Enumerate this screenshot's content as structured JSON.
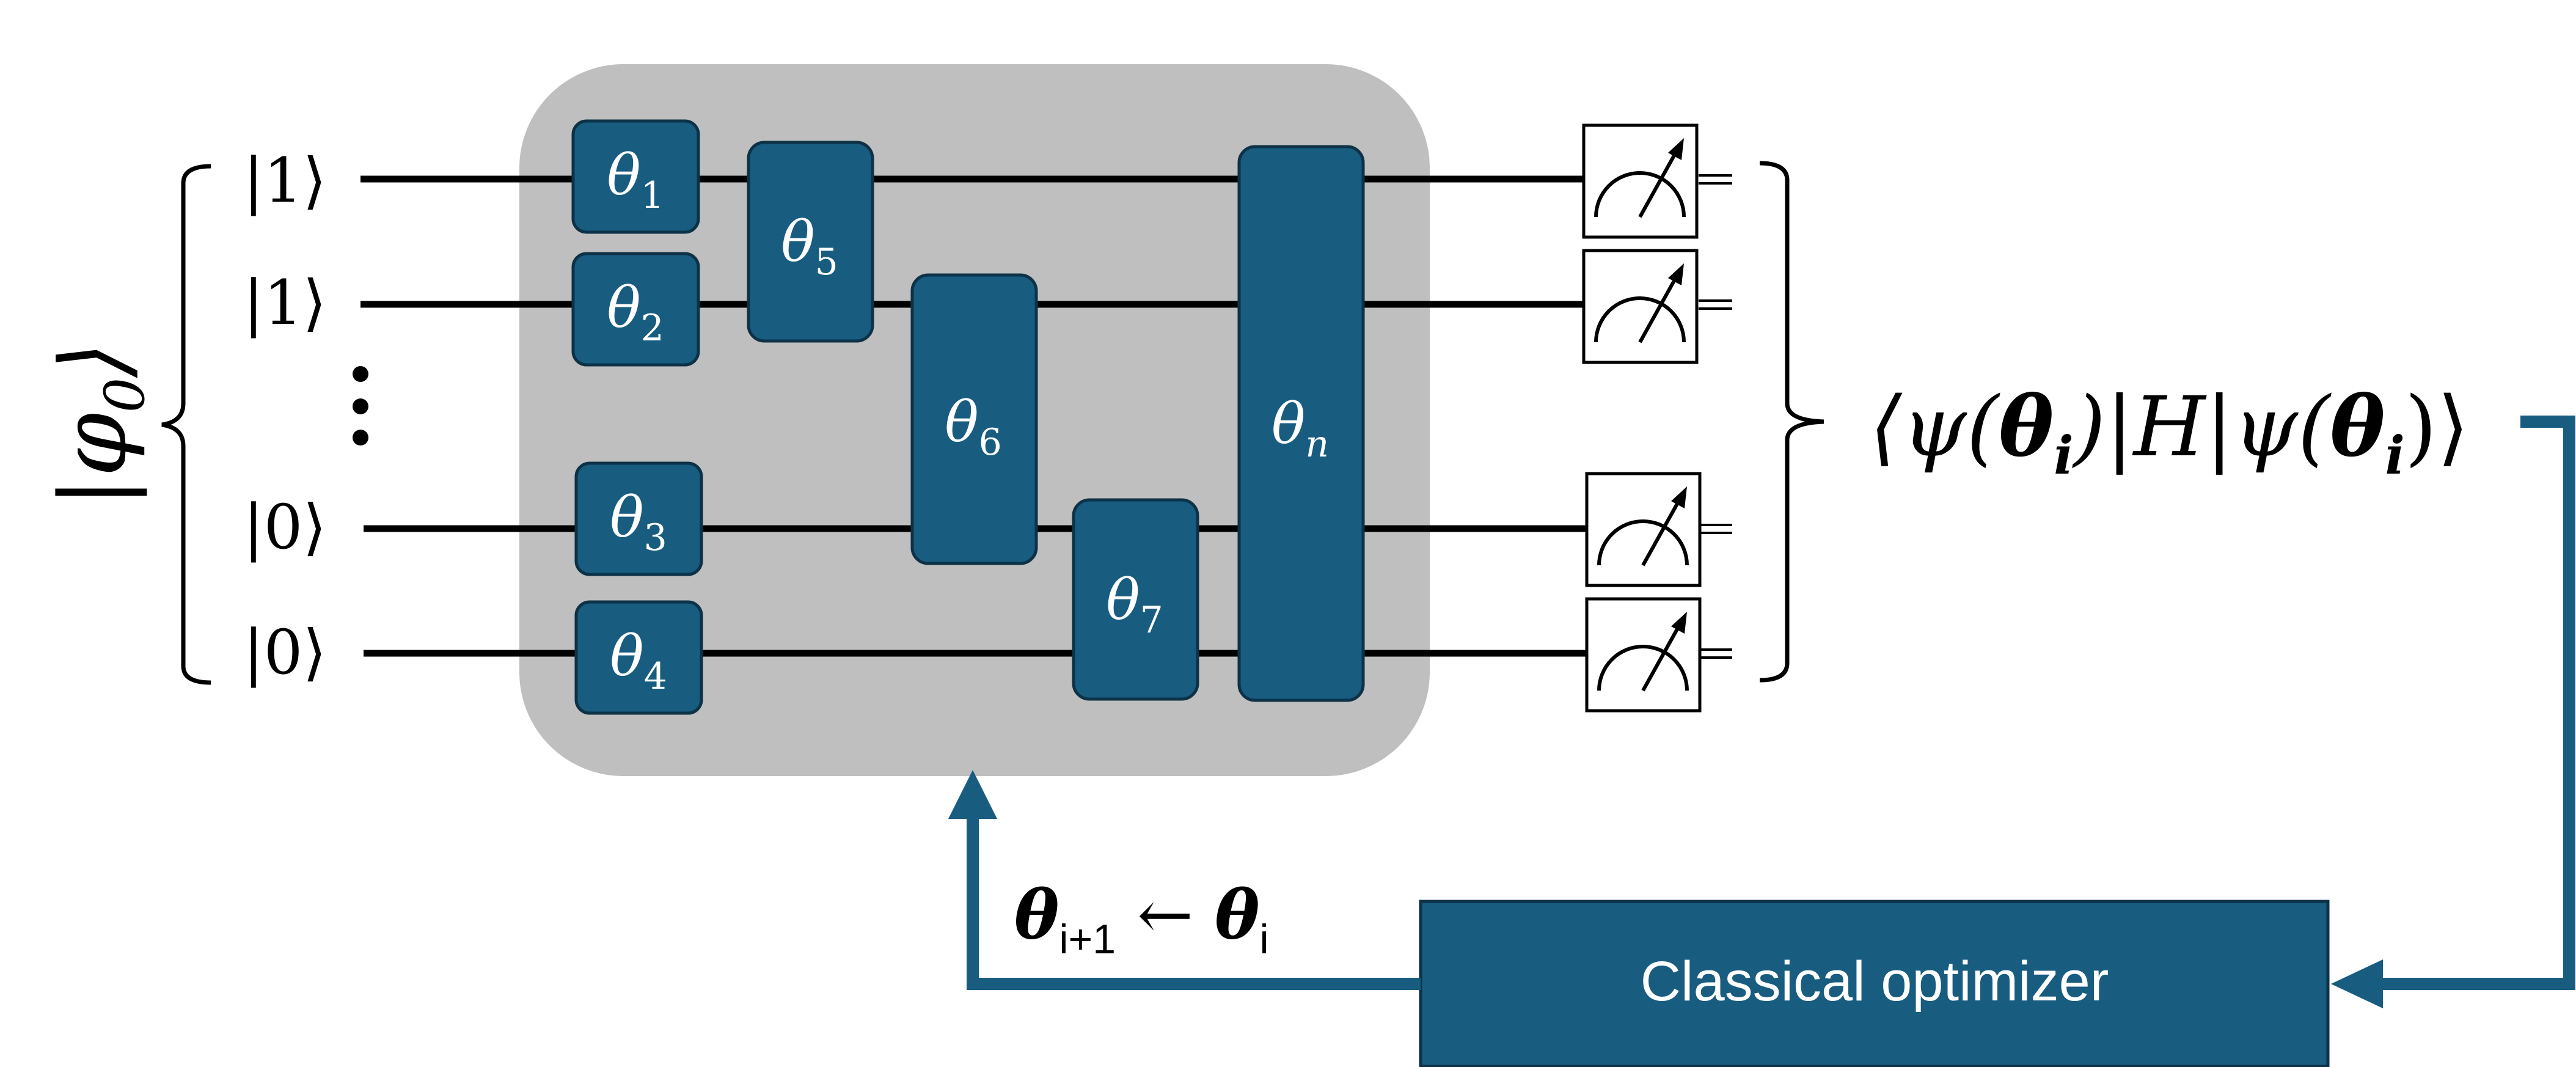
{
  "diagram": {
    "colors": {
      "gate": "#185c80",
      "gate_border": "#0d3247",
      "block": "#bfbfbf",
      "wire": "#000000",
      "gate_text": "#ffffff",
      "feedback": "#185c80"
    },
    "initial_state": {
      "label": "|φ0⟩",
      "symbol": "φ",
      "subscript": "0"
    },
    "qubits": [
      "|1⟩",
      "|1⟩",
      "|0⟩",
      "|0⟩"
    ],
    "ellipsis": "⋮",
    "gates": [
      {
        "symbol": "θ",
        "subscript": "1"
      },
      {
        "symbol": "θ",
        "subscript": "2"
      },
      {
        "symbol": "θ",
        "subscript": "3"
      },
      {
        "symbol": "θ",
        "subscript": "4"
      },
      {
        "symbol": "θ",
        "subscript": "5"
      },
      {
        "symbol": "θ",
        "subscript": "6"
      },
      {
        "symbol": "θ",
        "subscript": "7"
      },
      {
        "symbol": "θ",
        "subscript": "n"
      }
    ],
    "expectation": {
      "left": "⟨ψ(",
      "theta1": "θ",
      "i1": "i",
      "middle": ")|H|ψ(",
      "theta2": "θ",
      "i2": "i",
      "right": ")⟩"
    },
    "optimizer_label": "Classical optimizer",
    "update_rule": {
      "theta_a": "θ",
      "sub_a": "i+1",
      "arrow": " ← ",
      "theta_b": "θ",
      "sub_b": "i"
    },
    "measure_icon": "meter-icon"
  }
}
